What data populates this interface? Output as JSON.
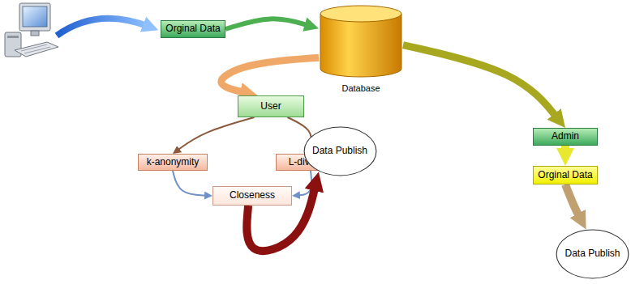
{
  "diagram": {
    "nodes": [
      {
        "text": [
          "Orginal Data"
        ]
      },
      {
        "text": [
          "Database"
        ]
      },
      {
        "text": [
          "User"
        ]
      },
      {
        "text": [
          "k-anonymity"
        ]
      },
      {
        "text": [
          "L-diversity"
        ]
      },
      {
        "text": [
          "Closeness"
        ]
      },
      {
        "text": [
          "Data Publish"
        ]
      },
      {
        "text": [
          "Admin"
        ]
      },
      {
        "text": [
          "Orginal Data"
        ]
      },
      {
        "text": [
          "Data Publish"
        ]
      }
    ],
    "edges": [
      {
        "from": 0,
        "to": 1,
        "arrow": "to"
      },
      {
        "from": 1,
        "to": 2,
        "arrow": "to"
      },
      {
        "from": 1,
        "to": 7,
        "arrow": "to"
      },
      {
        "from": 2,
        "to": 3,
        "arrow": "to"
      },
      {
        "from": 2,
        "to": 4,
        "arrow": "to"
      },
      {
        "from": 3,
        "to": 5,
        "arrow": "to"
      },
      {
        "from": 4,
        "to": 5,
        "arrow": "to"
      },
      {
        "from": 5,
        "to": 6,
        "arrow": "to"
      },
      {
        "from": 7,
        "to": 8,
        "arrow": "to"
      },
      {
        "from": 8,
        "to": 9,
        "arrow": "to"
      }
    ]
  }
}
